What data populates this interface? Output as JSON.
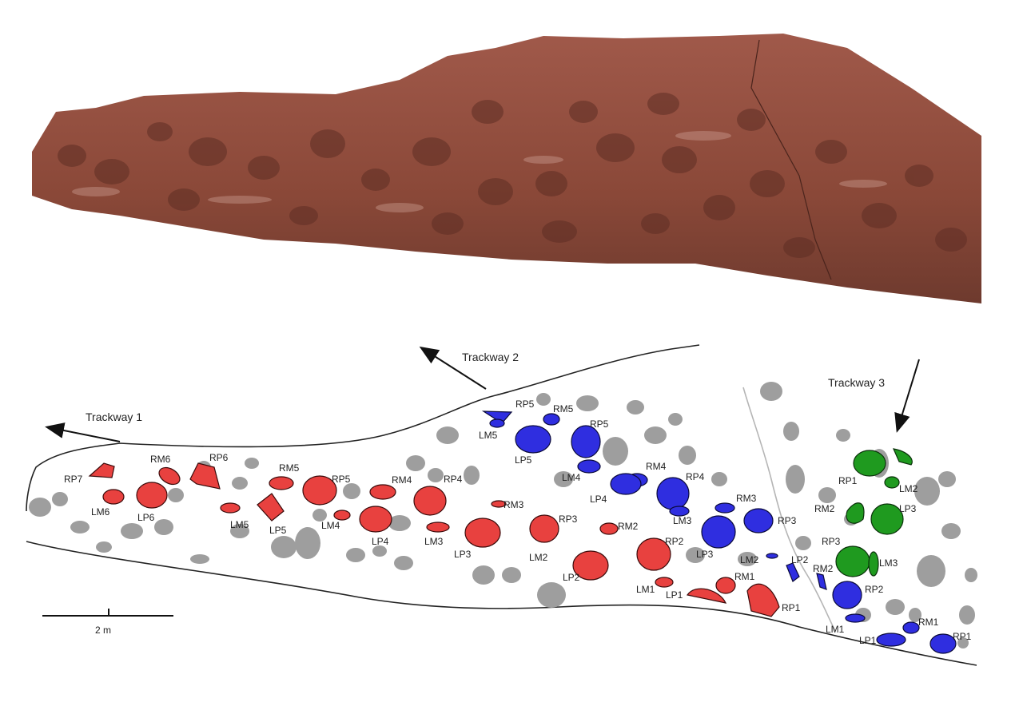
{
  "colors": {
    "trackway1": "#e8413f",
    "trackway2": "#2f2ee0",
    "trackway3": "#1f9a1f",
    "background_traces": "#9e9e9e",
    "rock": "#8c4a3c"
  },
  "trackway_labels": {
    "t1": "Trackway 1",
    "t2": "Trackway 2",
    "t3": "Trackway 3"
  },
  "scale_bar": {
    "label": "2 m"
  },
  "tracks": {
    "t1": [
      "RP7",
      "LM6",
      "RM6",
      "LP6",
      "RP6",
      "LM5",
      "RM5",
      "LP5",
      "RP5",
      "LM4",
      "RM4",
      "LP4",
      "RP4",
      "LM3",
      "RM3",
      "LP3",
      "RP3",
      "LM2",
      "RM2",
      "LP2",
      "RP2",
      "LM1",
      "RM1",
      "LP1",
      "RP1"
    ],
    "t2": [
      "RP5",
      "RM5",
      "LM5",
      "LP5",
      "RP5",
      "LM4",
      "RM4",
      "LP4",
      "RP4",
      "LM3",
      "RM3",
      "LP3",
      "RP3",
      "LM2",
      "LP2",
      "RM2",
      "RP2",
      "LM1",
      "RM1",
      "LP1",
      "RP1"
    ],
    "t3": [
      "RP1",
      "LM2",
      "RM2",
      "LP3",
      "RP3",
      "LM3"
    ]
  }
}
